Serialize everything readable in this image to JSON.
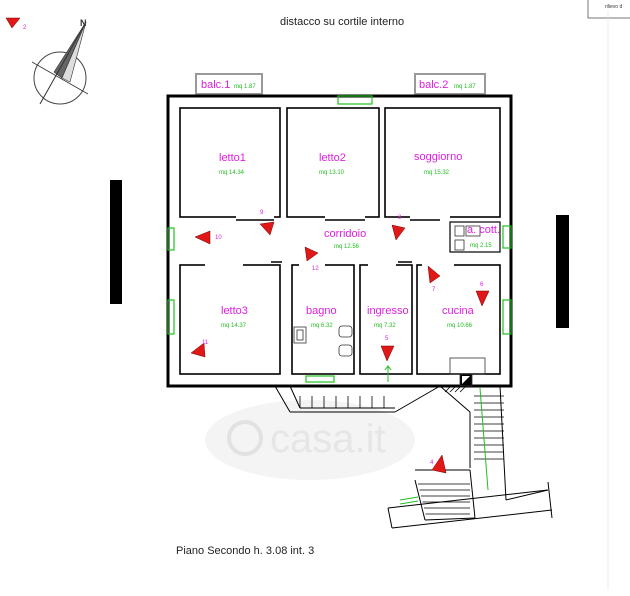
{
  "header": {
    "title": "distacco su cortile interno",
    "corner_label": "rilievo d"
  },
  "footer": {
    "caption": "Piano Secondo h. 3.08 int. 3"
  },
  "watermark": {
    "text": "casa.it"
  },
  "compass": {
    "north": "N"
  },
  "rooms": [
    {
      "key": "balc1",
      "name": "balc.1",
      "area": "mq 1.87"
    },
    {
      "key": "balc2",
      "name": "balc.2",
      "area": "mq 1.87"
    },
    {
      "key": "letto1",
      "name": "letto1",
      "area": "mq 14.34"
    },
    {
      "key": "letto2",
      "name": "letto2",
      "area": "mq 13.10"
    },
    {
      "key": "soggiorno",
      "name": "soggiorno",
      "area": "mq 15.32"
    },
    {
      "key": "corridoio",
      "name": "corridoio",
      "area": "mq 12.56"
    },
    {
      "key": "acott",
      "name": "a. cott.",
      "area": "mq 2.15"
    },
    {
      "key": "letto3",
      "name": "letto3",
      "area": "mq 14.37"
    },
    {
      "key": "bagno",
      "name": "bagno",
      "area": "mq 6.32"
    },
    {
      "key": "ingresso",
      "name": "ingresso",
      "area": "mq 7.32"
    },
    {
      "key": "cucina",
      "name": "cucina",
      "area": "mq 10.66"
    }
  ],
  "viewpoints": [
    {
      "label": "2"
    },
    {
      "label": "4"
    },
    {
      "label": "5"
    },
    {
      "label": "6"
    },
    {
      "label": "7"
    },
    {
      "label": "8"
    },
    {
      "label": "9"
    },
    {
      "label": "10"
    },
    {
      "label": "11"
    },
    {
      "label": "12"
    }
  ],
  "colors": {
    "room_label": "#e020e0",
    "area_label": "#20c020",
    "marker": "#e01818",
    "wall": "#000000"
  }
}
